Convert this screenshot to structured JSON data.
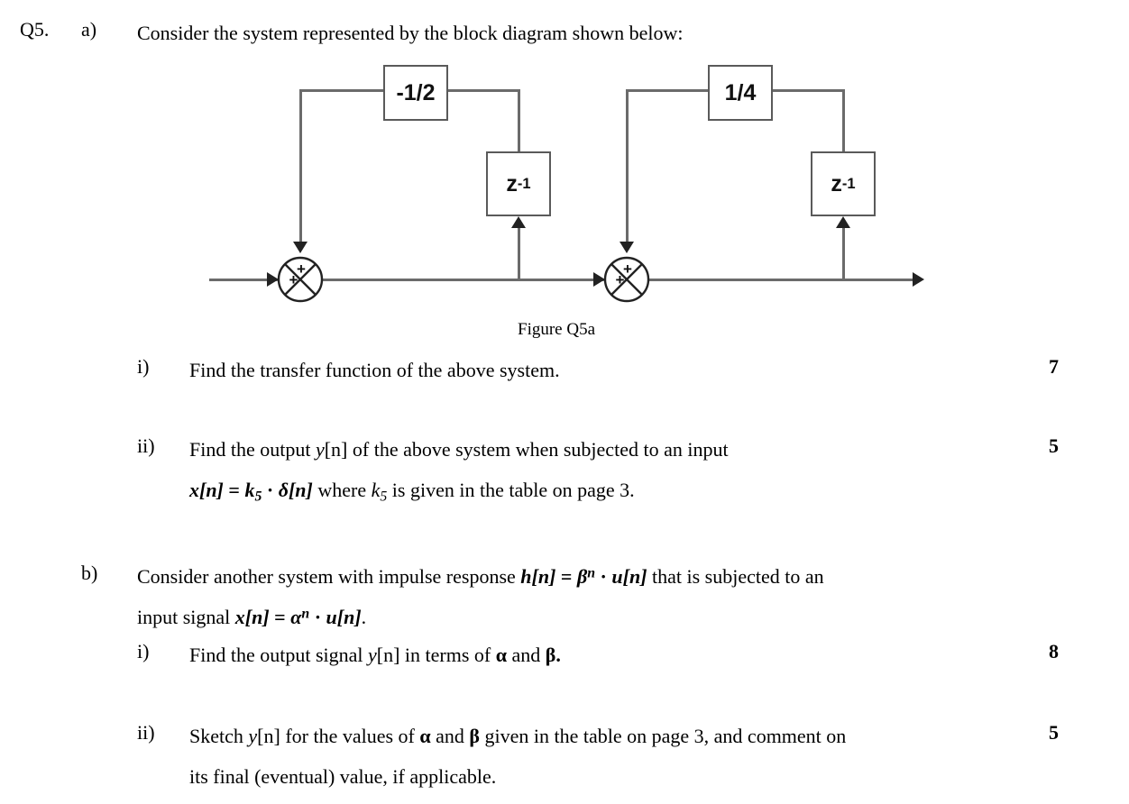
{
  "question": {
    "number": "Q5.",
    "part_a_label": "a)",
    "part_a_stem": "Consider the system represented by the block diagram shown below:",
    "figure_caption": "Figure Q5a",
    "part_b_label": "b)"
  },
  "diagram": {
    "name": "block-diagram-q5a",
    "line_color": "#6b6b6b",
    "box_border_color": "#5a5a5a",
    "arrow_color": "#222222",
    "blocks": [
      {
        "id": "gain-1",
        "label": "-1/2"
      },
      {
        "id": "delay-1",
        "label": "z",
        "exponent": "-1"
      },
      {
        "id": "gain-2",
        "label": "1/4"
      },
      {
        "id": "delay-2",
        "label": "z",
        "exponent": "-1"
      }
    ],
    "summers": [
      {
        "id": "summer-1",
        "left_sign": "+",
        "top_sign": "+"
      },
      {
        "id": "summer-2",
        "left_sign": "+",
        "top_sign": "+"
      }
    ]
  },
  "items": {
    "a_i": {
      "marker": "i)",
      "text": "Find the transfer function of the above system.",
      "marks": "7"
    },
    "a_ii": {
      "marker": "ii)",
      "line1_pre": "Find the output ",
      "line1_math_y": "y",
      "line1_math_yb": "[n]",
      "line1_post": " of the above system when subjected to an input",
      "line2_eq_x": "x[n]",
      "line2_eq_sign": " = ",
      "line2_eq_k": "k",
      "line2_eq_ksub": "5",
      "line2_eq_dot": " · ",
      "line2_eq_delta": "δ[n]",
      "line2_post_pre": "  where ",
      "line2_post_k": "k",
      "line2_post_ksub": "5",
      "line2_post_rest": " is given in the table on page 3.",
      "marks": "5"
    },
    "b_stem": {
      "line1_pre": "Consider another system with impulse response  ",
      "line1_h": "h[n]",
      "line1_eq": " = ",
      "line1_beta": "β",
      "line1_beta_exp": "n",
      "line1_dot": " · ",
      "line1_u": "u[n]",
      "line1_post": " that is subjected to an",
      "line2_pre": "input signal ",
      "line2_x": "x[n]",
      "line2_eq": " = ",
      "line2_alpha": "α",
      "line2_alpha_exp": "n",
      "line2_dot": " · ",
      "line2_u": "u[n]",
      "line2_post": "."
    },
    "b_i": {
      "marker": "i)",
      "pre": "Find the output signal ",
      "math_y": "y",
      "math_yb": "[n]",
      "mid": " in terms of ",
      "alpha": "α",
      "and": " and ",
      "beta": "β",
      "post": ".",
      "marks": "8"
    },
    "b_ii": {
      "marker": "ii)",
      "line1_pre": "Sketch ",
      "line1_y": "y",
      "line1_yb": "[n]",
      "line1_mid": " for the values of ",
      "line1_alpha": "α",
      "line1_and": " and ",
      "line1_beta": "β",
      "line1_post": " given in the table on page 3, and comment on",
      "line2": "its final (eventual) value, if applicable.",
      "marks": "5"
    }
  }
}
